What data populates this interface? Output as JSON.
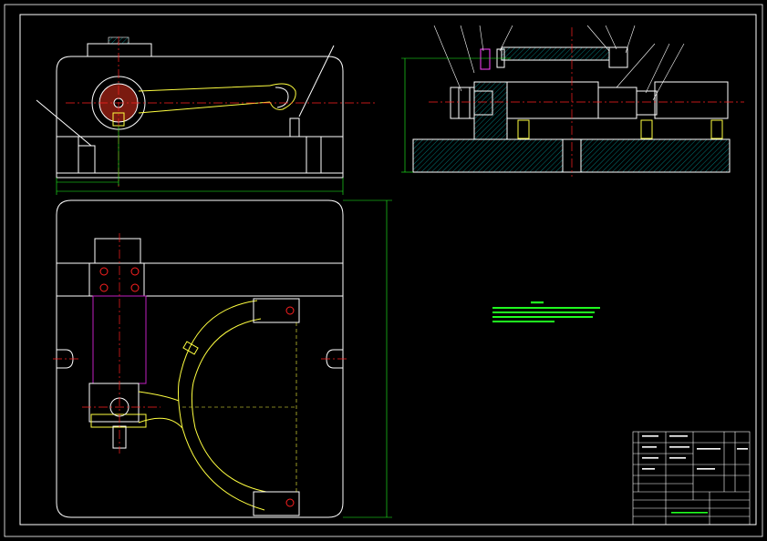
{
  "drawing": {
    "kind": "mechanical fixture assembly drawing",
    "colors": {
      "background": "#000000",
      "outline": "#ffffff",
      "centerline": "#ff2020",
      "dimension": "#20ff20",
      "thin": "#ffff40",
      "hatch": "#00c8c8",
      "cylinder": "#c020c0",
      "note": "#20ff20"
    },
    "views": [
      "front-view",
      "section-view",
      "top-view"
    ]
  },
  "title_block": {
    "cells": [
      "",
      "",
      "",
      "",
      "",
      "",
      "",
      "",
      "",
      ""
    ]
  }
}
